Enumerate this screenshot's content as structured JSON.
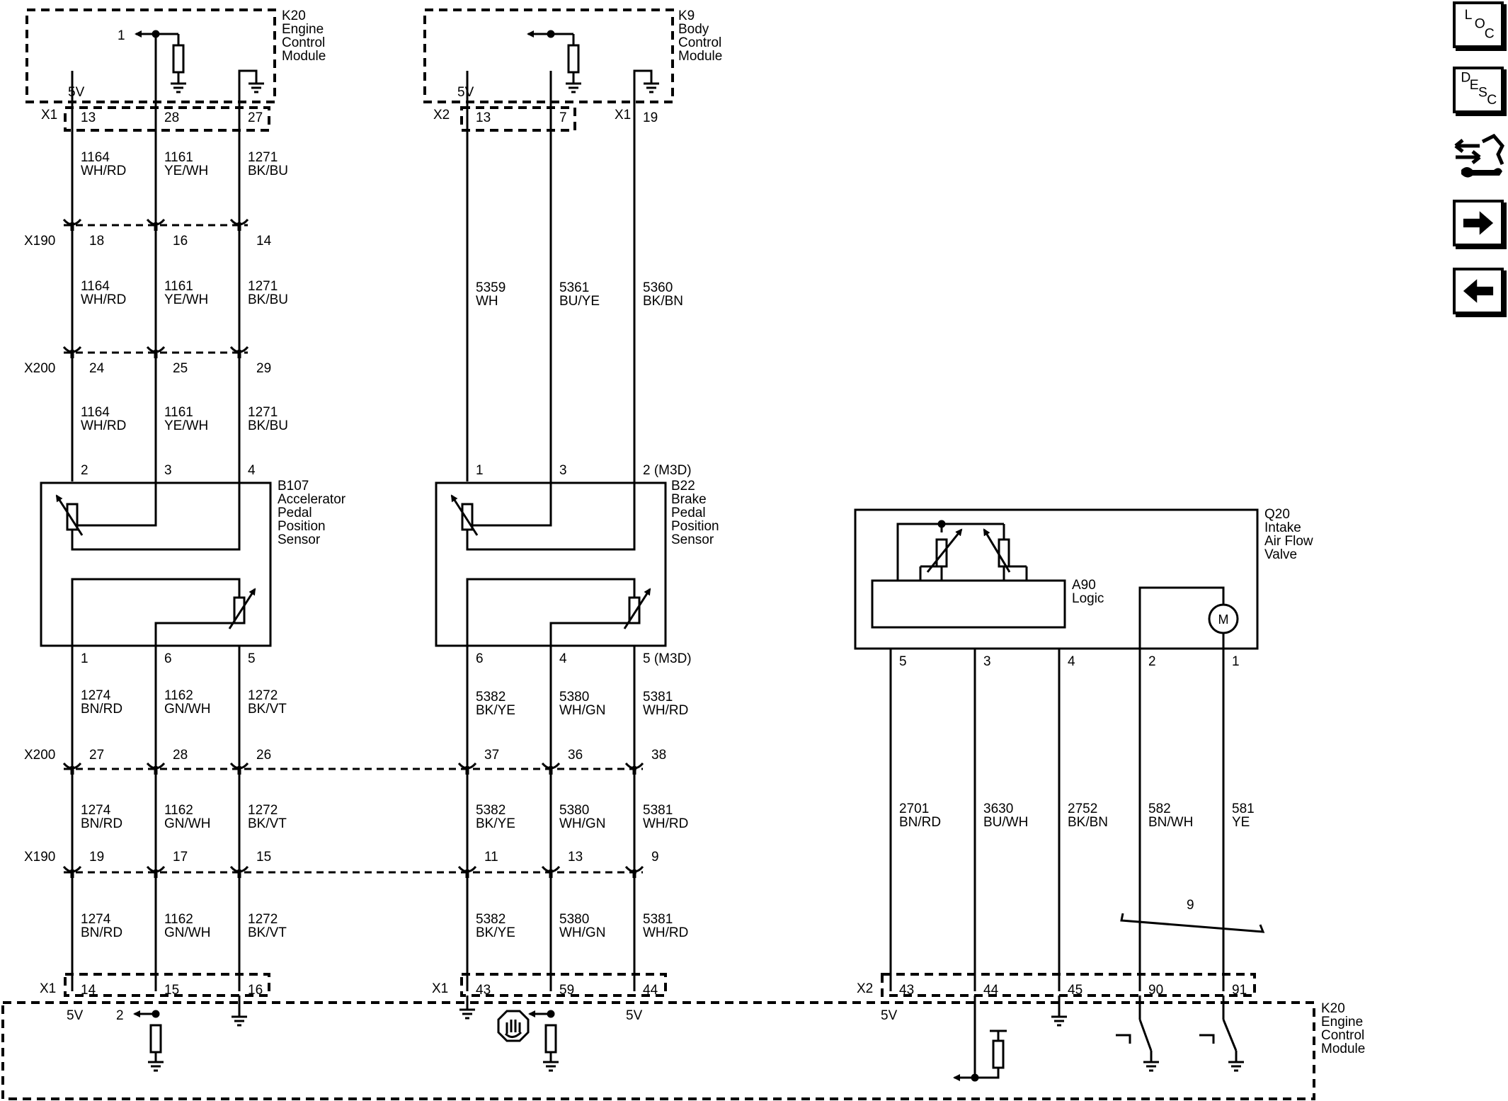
{
  "modules": {
    "k20_top": {
      "code": "K20",
      "lines": [
        "Engine",
        "Control",
        "Module"
      ]
    },
    "k9": {
      "code": "K9",
      "lines": [
        "Body",
        "Control",
        "Module"
      ]
    },
    "k20_bottom": {
      "code": "K20",
      "lines": [
        "Engine",
        "Control",
        "Module"
      ]
    },
    "b107": {
      "code": "B107",
      "lines": [
        "Accelerator",
        "Pedal",
        "Position",
        "Sensor"
      ]
    },
    "b22": {
      "code": "B22",
      "lines": [
        "Brake",
        "Pedal",
        "Position",
        "Sensor"
      ]
    },
    "q20": {
      "code": "Q20",
      "lines": [
        "Intake",
        "Air Flow",
        "Valve"
      ]
    },
    "a90": {
      "code": "A90",
      "lines": [
        "Logic"
      ]
    }
  },
  "voltage_label": "5V",
  "connectors": {
    "x1": "X1",
    "x2": "X2",
    "x190": "X190",
    "x200": "X200"
  },
  "pins": {
    "k20_top_out": "1",
    "k20_top": [
      "13",
      "28",
      "27"
    ],
    "k9": [
      "13",
      "7",
      "19"
    ],
    "x190_top_left": [
      "18",
      "16",
      "14"
    ],
    "x200_top_left": [
      "24",
      "25",
      "29"
    ],
    "b107_top": [
      "2",
      "3",
      "4"
    ],
    "b107_bottom": [
      "1",
      "6",
      "5"
    ],
    "b22_top": [
      "1",
      "3",
      "2 (M3D)"
    ],
    "b22_bottom": [
      "6",
      "4",
      "5 (M3D)"
    ],
    "q20_bottom": [
      "5",
      "3",
      "4",
      "2",
      "1"
    ],
    "x200_bottom_left": [
      "27",
      "28",
      "26"
    ],
    "x200_bottom_mid": [
      "37",
      "36",
      "38"
    ],
    "x190_bottom_left": [
      "19",
      "17",
      "15"
    ],
    "x190_bottom_mid": [
      "11",
      "13",
      "9"
    ],
    "k20_bottom_left": [
      "14",
      "15",
      "16"
    ],
    "k20_bottom_mid": [
      "43",
      "59",
      "44"
    ],
    "k20_bottom_right": [
      "43",
      "44",
      "45",
      "90",
      "91"
    ],
    "k20_bottom_out": "2",
    "twist_count": "9"
  },
  "wires": {
    "top_left": [
      {
        "num": "1164",
        "color": "WH/RD"
      },
      {
        "num": "1161",
        "color": "YE/WH"
      },
      {
        "num": "1271",
        "color": "BK/BU"
      }
    ],
    "top_mid": [
      {
        "num": "5359",
        "color": "WH"
      },
      {
        "num": "5361",
        "color": "BU/YE"
      },
      {
        "num": "5360",
        "color": "BK/BN"
      }
    ],
    "bottom_left": [
      {
        "num": "1274",
        "color": "BN/RD"
      },
      {
        "num": "1162",
        "color": "GN/WH"
      },
      {
        "num": "1272",
        "color": "BK/VT"
      }
    ],
    "bottom_mid": [
      {
        "num": "5382",
        "color": "BK/YE"
      },
      {
        "num": "5380",
        "color": "WH/GN"
      },
      {
        "num": "5381",
        "color": "WH/RD"
      }
    ],
    "right": [
      {
        "num": "2701",
        "color": "BN/RD"
      },
      {
        "num": "3630",
        "color": "BU/WH"
      },
      {
        "num": "2752",
        "color": "BK/BN"
      },
      {
        "num": "582",
        "color": "BN/WH"
      },
      {
        "num": "581",
        "color": "YE"
      }
    ]
  },
  "motor_label": "M",
  "nav": {
    "loc": [
      "L",
      "O",
      "C"
    ],
    "desc": [
      "D",
      "E",
      "S",
      "C"
    ]
  }
}
